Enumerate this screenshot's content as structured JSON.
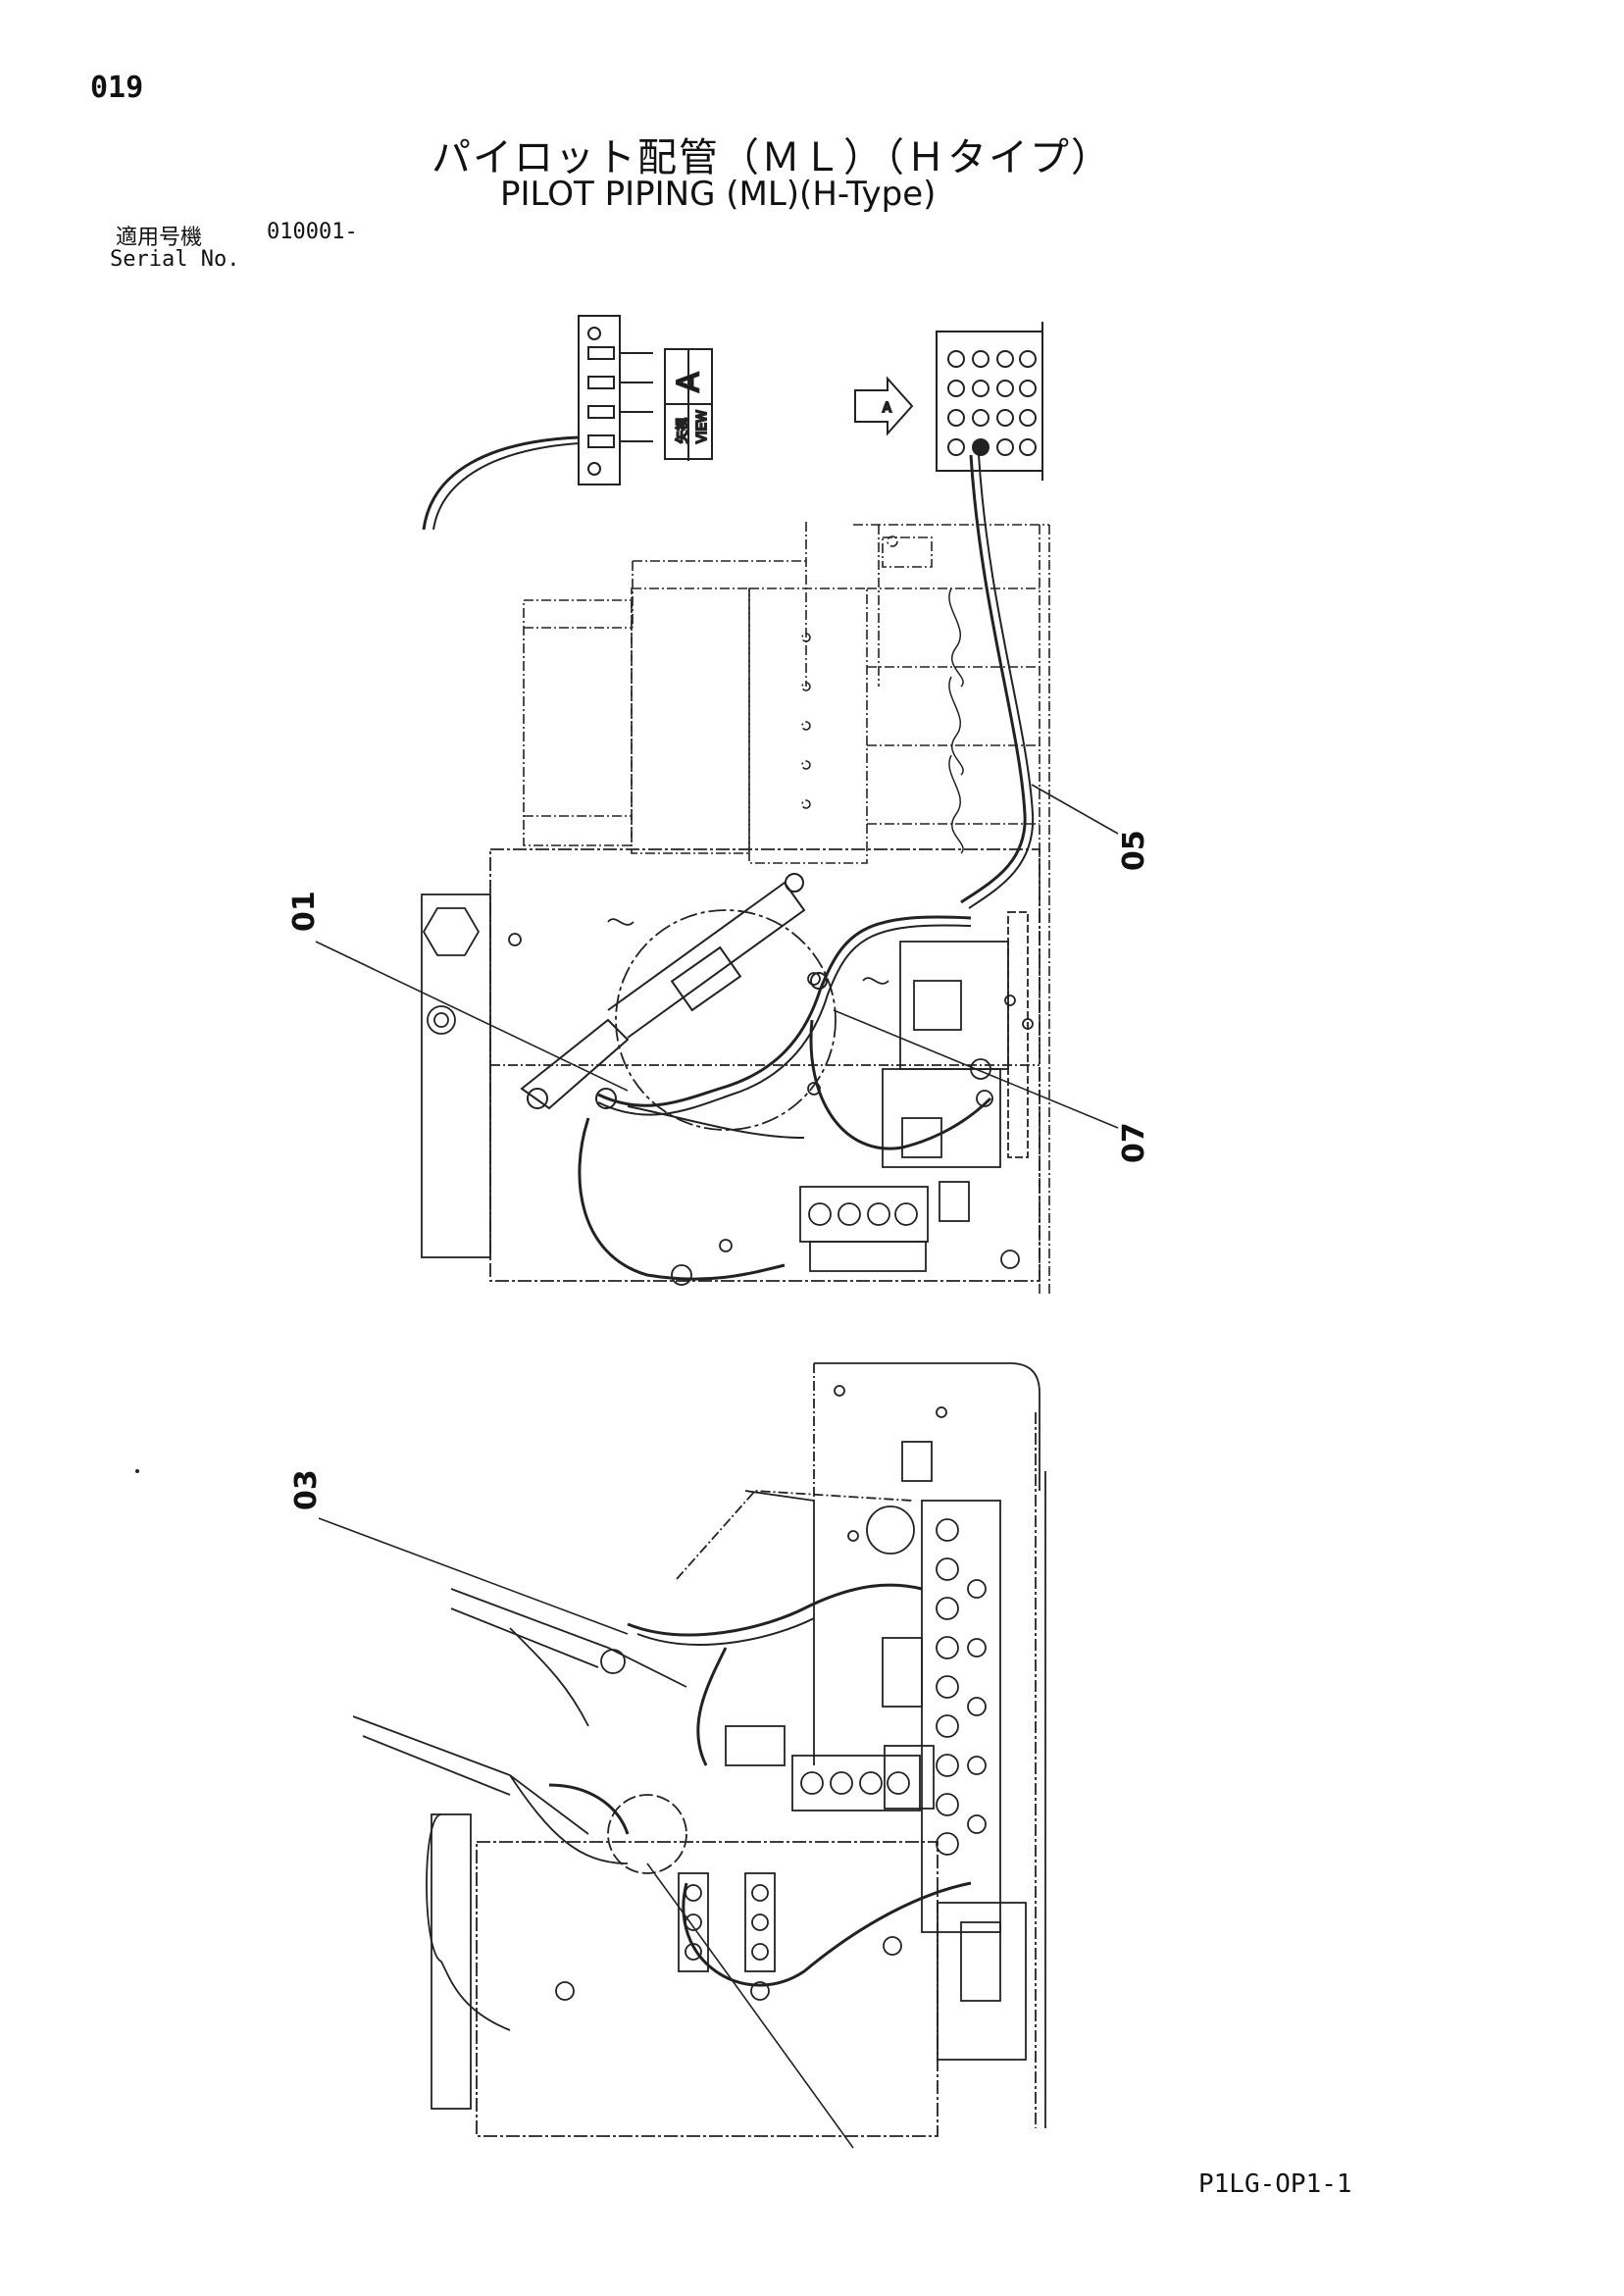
{
  "header": {
    "page_number": "019",
    "title_jp": "パイロット配管（ＭＬ）（Ｈタイプ）",
    "title_en": "PILOT PIPING (ML)(H-Type)",
    "serial_label_jp": "適用号機",
    "serial_range": "010001-",
    "serial_label_en": "Serial No."
  },
  "view_a": {
    "jp_label": "矢視",
    "en_label": "VIEW",
    "letter": "A",
    "arrow_letter": "A"
  },
  "callouts": {
    "c01": "01",
    "c03": "03",
    "c05": "05",
    "c07": "07"
  },
  "footer": {
    "drawing_code": "P1LG-OP1-1"
  }
}
